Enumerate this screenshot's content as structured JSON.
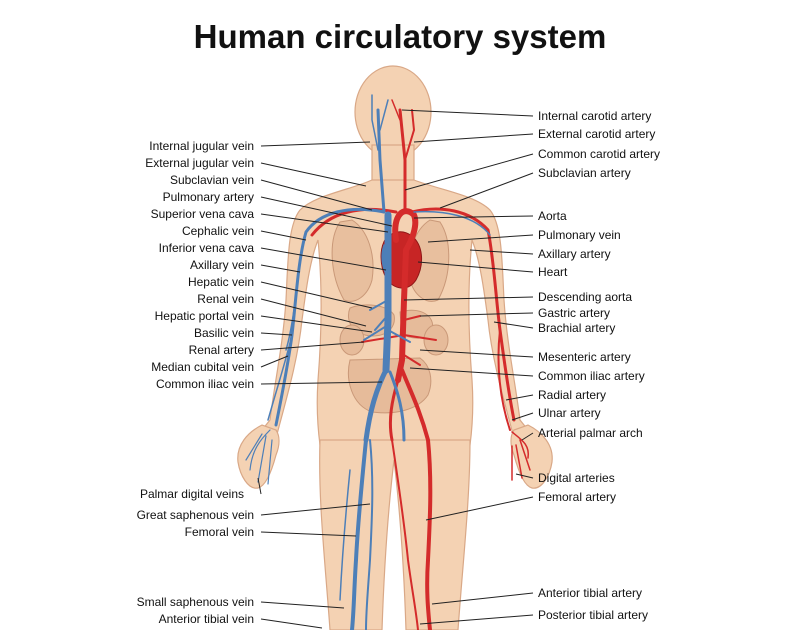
{
  "title": "Human circulatory system",
  "left_labels": [
    "Internal jugular vein",
    "External jugular vein",
    "Subclavian vein",
    "Pulmonary artery",
    "Superior vena cava",
    "Cephalic vein",
    "Inferior vena cava",
    "Axillary vein",
    "Hepatic vein",
    "Renal vein",
    "Hepatic portal vein",
    "Basilic vein",
    "Renal artery",
    "Median cubital vein",
    "Common iliac vein",
    "Palmar digital veins",
    "Great saphenous vein",
    "Femoral vein",
    "Small saphenous vein",
    "Anterior tibial vein"
  ],
  "right_labels": [
    "Internal carotid artery",
    "External carotid artery",
    "Common carotid artery",
    "Subclavian artery",
    "Aorta",
    "Pulmonary vein",
    "Axillary artery",
    "Heart",
    "Descending aorta",
    "Gastric artery",
    "Brachial artery",
    "Mesenteric artery",
    "Common iliac artery",
    "Radial artery",
    "Ulnar artery",
    "Arterial palmar arch",
    "Digital arteries",
    "Femoral artery",
    "Anterior tibial artery",
    "Posterior tibial artery"
  ],
  "colors": {
    "skin": "#f4d2b3",
    "artery": "#d42b2b",
    "vein": "#4d7fb8",
    "organ": "#e6bb9a"
  }
}
